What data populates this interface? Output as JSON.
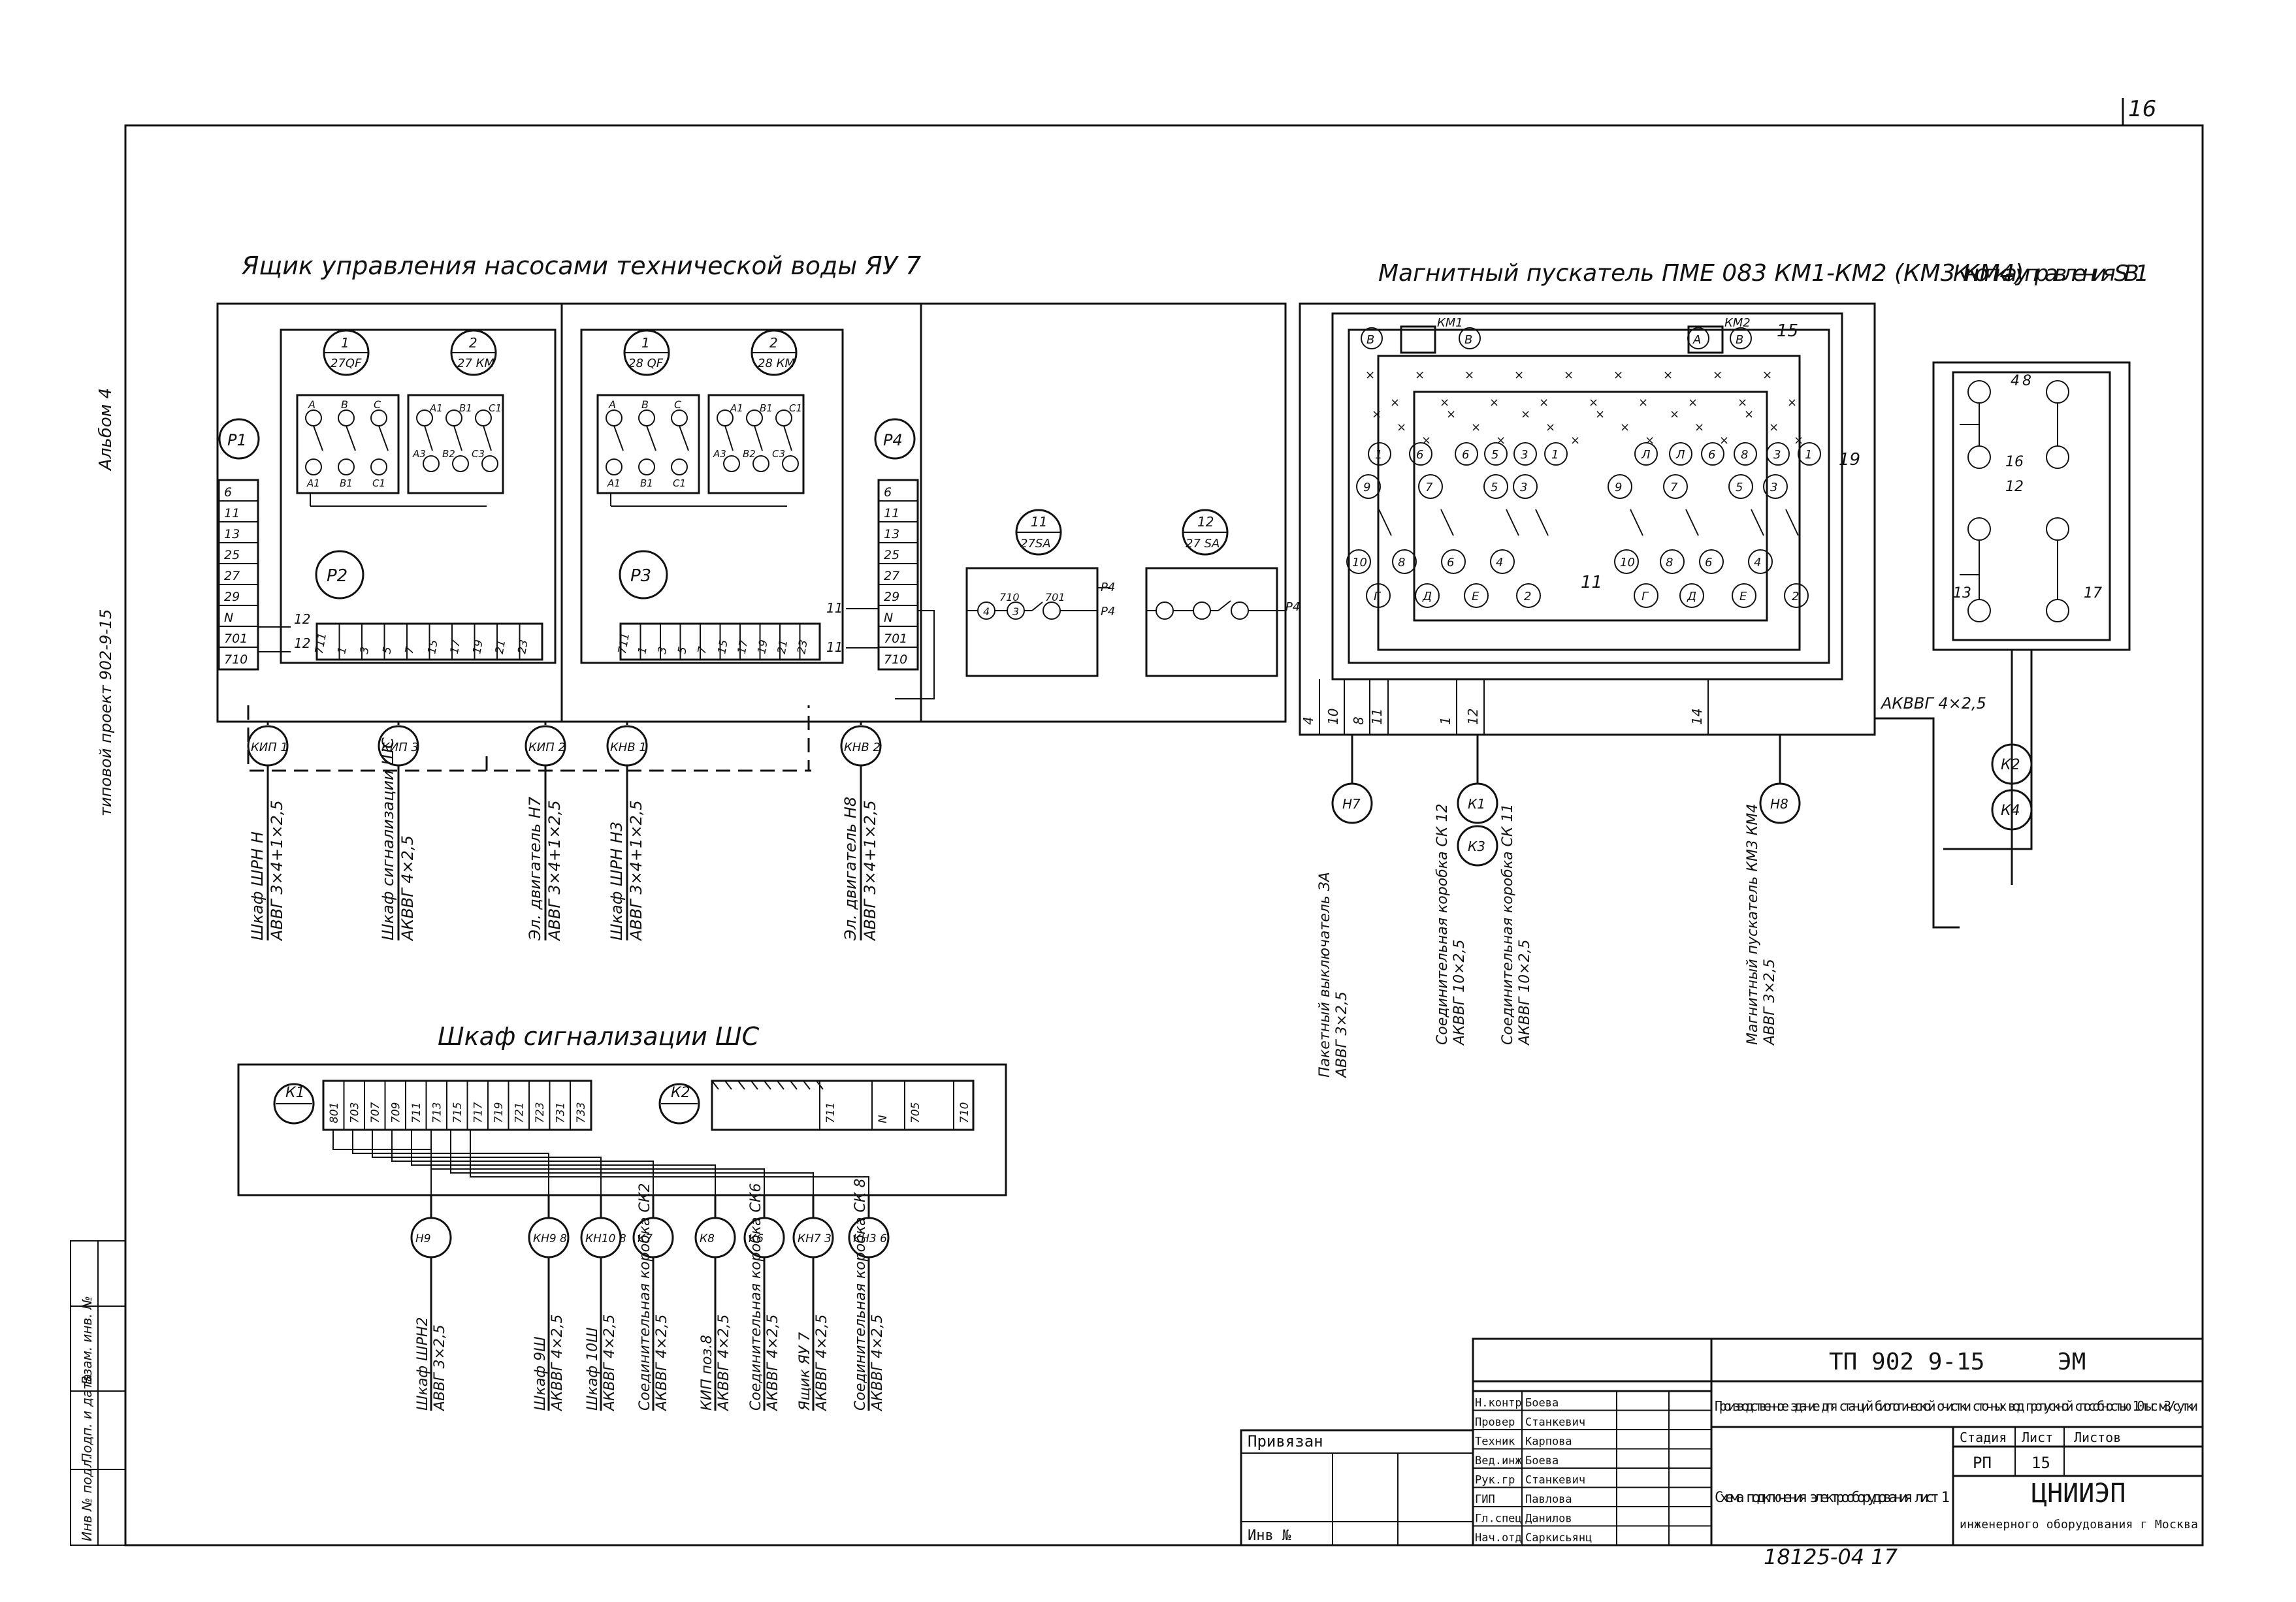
{
  "sheet": {
    "page_number": "16",
    "album_label": "Альбом 4",
    "side_note": "типовой проект 902-9-15"
  },
  "box_title": "Ящик управления насосами технической воды ЯУ 7",
  "starter_title": "Магнитный пускатель ПМЕ 083 КМ1-КМ2 (КМ3 КМ4)",
  "button_title": "Кнопка управления SB1",
  "signal_title": "Шкаф сигнализации ШС",
  "panels": {
    "p1": "Р1",
    "p2": "Р2",
    "p3": "Р3",
    "p4": "Р4",
    "qf1_num": "1",
    "qf1_label": "27QF",
    "km1_num": "2",
    "km1_label": "27 КМ",
    "qf2_num": "1",
    "qf2_label": "28 QF",
    "km2_num": "2",
    "km2_label": "28 КМ",
    "sa1_num": "11",
    "sa1_label": "27SA",
    "sa2_num": "12",
    "sa2_label": "27 SA"
  },
  "contacts": {
    "abc_top": [
      "А",
      "В",
      "С"
    ],
    "abc_bottom": [
      "А1",
      "В1",
      "С1"
    ],
    "km_top": [
      "А1",
      "В1",
      "С1"
    ],
    "km_bottom": [
      "А3",
      "В2",
      "С3"
    ]
  },
  "terminals_left": [
    "6",
    "11",
    "13",
    "25",
    "27",
    "29",
    "N",
    "701",
    "710"
  ],
  "terminals_right": [
    "6",
    "11",
    "13",
    "25",
    "27",
    "29",
    "N",
    "701",
    "710"
  ],
  "strip_p2": [
    "711",
    "1",
    "3",
    "5",
    "7",
    "15",
    "17",
    "19",
    "21",
    "23"
  ],
  "strip_p3": [
    "711",
    "1",
    "3",
    "5",
    "7",
    "15",
    "17",
    "19",
    "21",
    "23"
  ],
  "wire_marks": {
    "w12a": "12",
    "w12b": "12",
    "w11a": "11",
    "w11b": "11",
    "p4a": "Р4",
    "p4b": "Р4",
    "p4c": "Р4"
  },
  "switch_nodes": {
    "n4": "4",
    "n3": "3",
    "n701": "701",
    "n710": "710"
  },
  "bottom_nodes": [
    {
      "id": "КИП 1",
      "desc": "Шкаф ШРН Н",
      "cable": "АВВГ 3×4+1×2,5"
    },
    {
      "id": "КИП 3",
      "desc": "Шкаф сигнализации ШС",
      "cable": "АКВВГ 4×2,5"
    },
    {
      "id": "КИП 2",
      "desc": "Эл. двигатель Н7",
      "cable": "АВВГ 3×4+1×2,5"
    },
    {
      "id": "КНВ 1",
      "desc": "Шкаф ШРН Н3",
      "cable": "АВВГ 3×4+1×2,5"
    },
    {
      "id": "КНВ 2",
      "desc": "Эл. двигатель Н8",
      "cable": "АВВГ 3×4+1×2,5"
    }
  ],
  "starter": {
    "coil1": "КМ1",
    "coil2": "КМ2",
    "nodes_top": [
      "В",
      "В",
      "А",
      "В"
    ],
    "row1": [
      "1",
      "6",
      "6",
      "5",
      "3",
      "1",
      "Л",
      "Л",
      "6",
      "8",
      "3",
      "1"
    ],
    "row2": [
      "9",
      "7",
      "5",
      "3",
      "9",
      "7",
      "5",
      "3"
    ],
    "row3": [
      "10",
      "8",
      "6",
      "4",
      "10",
      "8",
      "6",
      "4"
    ],
    "row4": [
      "Г",
      "Д",
      "Е",
      "2",
      "Г",
      "Д",
      "Е",
      "2"
    ],
    "mark15": "15",
    "mark19": "19",
    "mark11": "11",
    "bottom_marks": [
      "4",
      "10",
      "8",
      "11",
      "1",
      "12",
      "14"
    ],
    "cable_label": "АКВВГ 4×2,5"
  },
  "starter_nodes": [
    {
      "id": "Н7",
      "desc": "Пакетный выключатель ЗА",
      "cable": "АВВГ 3×2,5"
    },
    {
      "id": "К1",
      "desc": "Соединительная коробка СК 12",
      "cable": "АКВВГ 10×2,5"
    },
    {
      "id": "К3",
      "desc": "Соединительная коробка СК 11",
      "cable": "АКВВГ 10×2,5"
    },
    {
      "id": "Н8",
      "desc": "Магнитный пускатель КМ3 КМ4",
      "cable": "АВВГ 3×2,5"
    }
  ],
  "button": {
    "n4": "4",
    "n8": "8",
    "n16": "16",
    "n12": "12",
    "n13": "13",
    "n17": "17",
    "k2": "К2",
    "k4": "К4"
  },
  "signal": {
    "k1": "К1",
    "k2": "К2",
    "terms_a": [
      "801",
      "703",
      "707",
      "709",
      "711",
      "713",
      "715",
      "717",
      "719",
      "721",
      "723",
      "731",
      "733"
    ],
    "terms_b": [
      "711",
      "N",
      "705",
      "710"
    ]
  },
  "signal_nodes": [
    {
      "id": "Н9",
      "desc": "Шкаф ШРН2",
      "cable": "АВВГ 3×2,5"
    },
    {
      "id": "КН9 8",
      "desc": "Шкаф 9Ш",
      "cable": "АКВВГ 4×2,5"
    },
    {
      "id": "КН10 8",
      "desc": "Шкаф 10Ш",
      "cable": "АКВВГ 4×2,5"
    },
    {
      "id": "К7",
      "desc": "Соединительная коробка СК2",
      "cable": "АКВВГ 4×2,5"
    },
    {
      "id": "К8",
      "desc": "КИП поз.8",
      "cable": "АКВВГ 4×2,5"
    },
    {
      "id": "К6",
      "desc": "Соединительная коробка СК6",
      "cable": "АКВВГ 4×2,5"
    },
    {
      "id": "КН7 3",
      "desc": "Ящик ЯУ 7",
      "cable": "АКВВГ 4×2,5"
    },
    {
      "id": "КН3 6",
      "desc": "Соединительная коробка СК 8",
      "cable": "АКВВГ 4×2,5"
    }
  ],
  "title_block": {
    "code": "ТП 902 9-15",
    "mark": "ЭМ",
    "project": "Производственное здание для станций биологической очистки сточных вод пропускной способностью 10тыс м3/сутки",
    "sheet_title": "Схема подключения электрооборудования лист 1",
    "stage_h": "Стадия",
    "sheet_h": "Лист",
    "sheets_h": "Листов",
    "stage": "РП",
    "sheet": "15",
    "sheets": "",
    "org": "ЦНИИЭП",
    "org_sub": "инженерного оборудования г Москва",
    "doc_no": "18125-04 17",
    "privyazan": "Привязан",
    "inv": "Инв №",
    "roles": [
      {
        "role": "Н.контр",
        "name": "Боева"
      },
      {
        "role": "Провер",
        "name": "Станкевич"
      },
      {
        "role": "Техник",
        "name": "Карпова"
      },
      {
        "role": "Вед.инж",
        "name": "Боева"
      },
      {
        "role": "Рук.гр",
        "name": "Станкевич"
      },
      {
        "role": "ГИП",
        "name": "Павлова"
      },
      {
        "role": "Гл.спец",
        "name": "Данилов"
      },
      {
        "role": "Нач.отд",
        "name": "Саркисьянц"
      }
    ]
  },
  "left_stamp": [
    "Инв № подл.",
    "Подп. и дата",
    "Взам. инв. №"
  ]
}
